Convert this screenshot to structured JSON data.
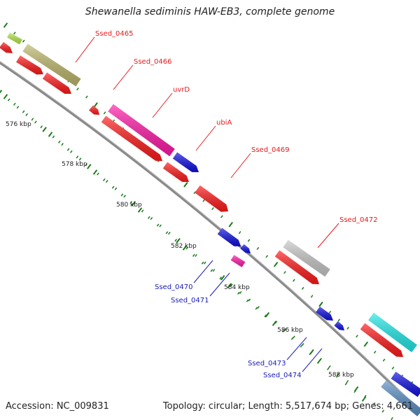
{
  "title": "Shewanella sediminis HAW-EB3, complete genome",
  "footer": {
    "accession": "Accession: NC_009831",
    "summary": "Topology: circular; Length: 5,517,674 bp; Genes: 4,661"
  },
  "kbp_ticks": [
    "576 kbp",
    "578 kbp",
    "580 kbp",
    "582 kbp",
    "584 kbp",
    "586 kbp",
    "588 kbp"
  ],
  "gene_labels": [
    {
      "text": "Ssed_0465",
      "color": "#e8191c"
    },
    {
      "text": "Ssed_0466",
      "color": "#e8191c"
    },
    {
      "text": "uvrD",
      "color": "#e8191c"
    },
    {
      "text": "ubiA",
      "color": "#e8191c"
    },
    {
      "text": "Ssed_0469",
      "color": "#e8191c"
    },
    {
      "text": "Ssed_0472",
      "color": "#e8191c"
    },
    {
      "text": "Ssed_0470",
      "color": "#1a1ab8"
    },
    {
      "text": "Ssed_0471",
      "color": "#1a1ab8"
    },
    {
      "text": "Ssed_0473",
      "color": "#1a1ab8"
    },
    {
      "text": "Ssed_0474",
      "color": "#1a1ab8"
    }
  ],
  "colors": {
    "backbone": "#8a8a8a",
    "red": "#ff1a1a",
    "olive": "#bdb76b",
    "magenta": "#ff1aa8",
    "blue": "#1010e0",
    "grey": "#c8c8c8",
    "cyan": "#22e8e8",
    "lime": "#b4e84a",
    "steel": "#5a8ec4",
    "tick_green": "#1a7a1a"
  }
}
